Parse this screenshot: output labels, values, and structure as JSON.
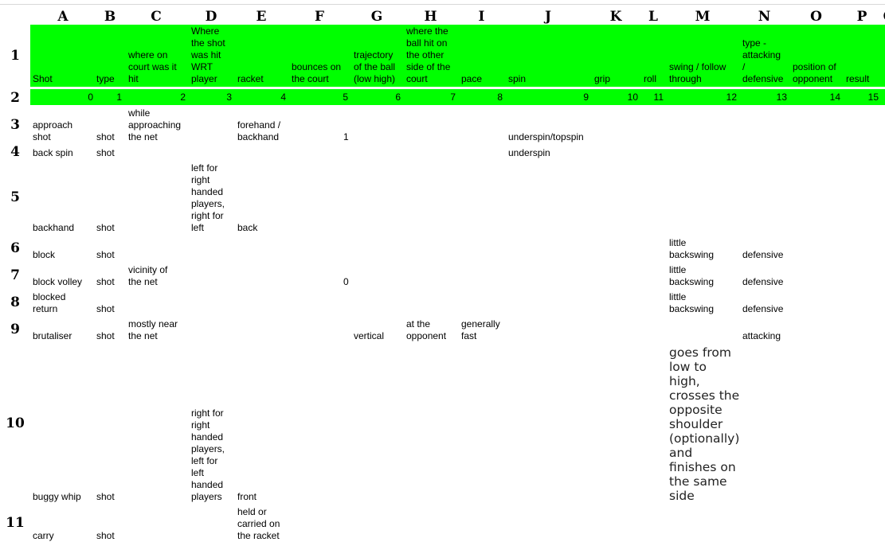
{
  "columns": [
    "A",
    "B",
    "C",
    "D",
    "E",
    "F",
    "G",
    "H",
    "I",
    "J",
    "K",
    "L",
    "M",
    "N",
    "O",
    "P",
    "Q"
  ],
  "rows": [
    "1",
    "2",
    "3",
    "4",
    "5",
    "6",
    "7",
    "8",
    "9",
    "10",
    "11"
  ],
  "header_row": {
    "A": "Shot",
    "B": "type",
    "C": "where on\ncourt was it\nhit",
    "D": "Where\nthe shot\nwas hit\nWRT\nplayer",
    "E": "racket",
    "F": "bounces on\nthe court",
    "G": "trajectory\nof the ball\n(low high)",
    "H": "where the\nball hit on\nthe other\nside of the\ncourt",
    "I": "pace",
    "J": "spin",
    "K": "grip",
    "L": "roll",
    "M": "swing / follow\nthrough",
    "N": "type -\nattacking\n/\ndefensive",
    "O": "position of\nopponent",
    "P": "result"
  },
  "index_row": [
    "0",
    "1",
    "2",
    "3",
    "4",
    "5",
    "6",
    "7",
    "8",
    "9",
    "10",
    "11",
    "12",
    "13",
    "14",
    "15"
  ],
  "data_rows": {
    "r3": {
      "A": "approach\nshot",
      "B": "shot",
      "C": "while\napproaching\nthe net",
      "E": "forehand /\nbackhand",
      "F": "1",
      "J": "underspin/topspin"
    },
    "r4": {
      "A": "back spin",
      "B": "shot",
      "J": "underspin"
    },
    "r5": {
      "A": "backhand",
      "B": "shot",
      "D": "left for\nright\nhanded\nplayers,\nright for\nleft",
      "E": "back"
    },
    "r6": {
      "A": "block",
      "B": "shot",
      "M": "little\nbackswing",
      "N": "defensive"
    },
    "r7": {
      "A": "block volley",
      "B": "shot",
      "C": "vicinity of\nthe net",
      "F": "0",
      "M": "little\nbackswing",
      "N": "defensive"
    },
    "r8": {
      "A": "blocked\nreturn",
      "B": "shot",
      "M": "little\nbackswing",
      "N": "defensive"
    },
    "r9": {
      "A": "brutaliser",
      "B": "shot",
      "C": "mostly near\nthe net",
      "G": "vertical",
      "H": "at the\nopponent",
      "I": "generally\nfast",
      "N": "attacking"
    },
    "r10": {
      "A": "buggy whip",
      "B": "shot",
      "D": "right for\nright\nhanded\nplayers,\nleft for\nleft\nhanded\nplayers",
      "E": "front",
      "M": "goes from\nlow to\nhigh,\ncrosses the\nopposite\nshoulder\n(optionally)\nand\nfinishes on\nthe same\nside"
    },
    "r11": {
      "A": "carry",
      "B": "shot",
      "E": "held or\ncarried on\nthe racket"
    }
  },
  "colors": {
    "header_fill": "#00ff00",
    "background": "#ffffff"
  }
}
